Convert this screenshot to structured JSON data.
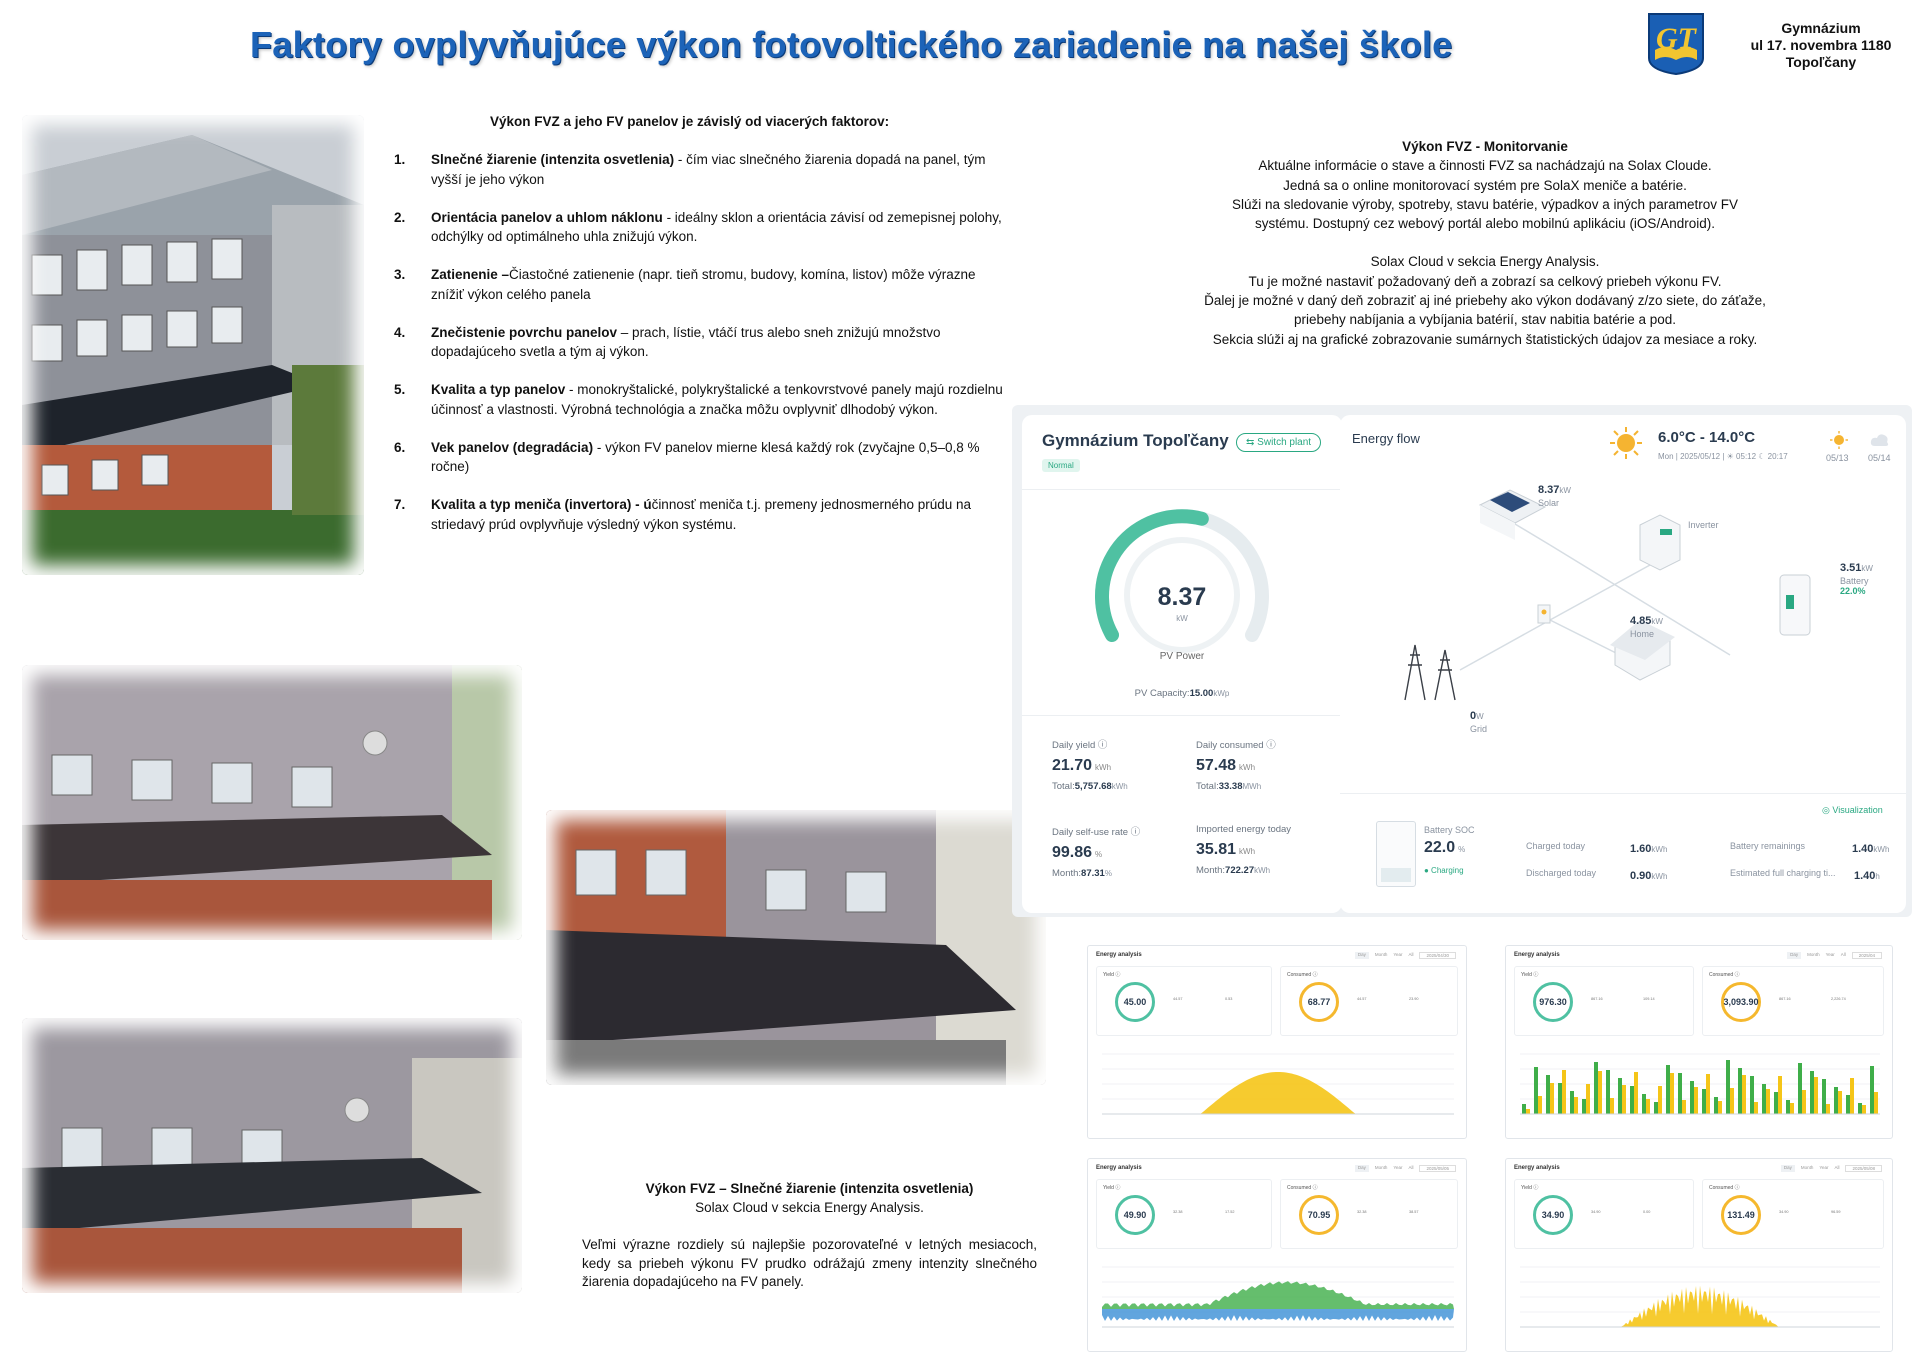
{
  "header": {
    "title": "Faktory ovplyvňujúce výkon  fotovoltického zariadenie na našej škole",
    "school_line1": "Gymnázium",
    "school_line2": "ul 17. novembra 1180",
    "school_line3": "Topoľčany",
    "logo_letters": "GT"
  },
  "factors": {
    "heading": "Výkon FVZ a jeho FV panelov  je závislý od viacerých faktorov:",
    "items": [
      {
        "num": "1.",
        "term": "Slnečné žiarenie (intenzita osvetlenia)",
        "text": " -  čím viac slnečného žiarenia dopadá na panel, tým vyšší je jeho výkon"
      },
      {
        "num": "2.",
        "term": "Orientácia panelov a uhlom náklonu",
        "text": " - ideálny sklon a orientácia závisí od zemepisnej polohy, odchýlky od optimálneho uhla znižujú výkon."
      },
      {
        "num": "3.",
        "term": "Zatienenie –",
        "text": "Čiastočné zatienenie (napr. tieň stromu, budovy, komína, listov) môže výrazne znížiť výkon celého panela"
      },
      {
        "num": "4.",
        "term": "Znečistenie povrchu panelov",
        "text": " – prach, lístie, vtáčí trus alebo sneh znižujú množstvo dopadajúceho svetla a tým aj výkon."
      },
      {
        "num": "5.",
        "term": "Kvalita a typ panelov",
        "text": " - monokryštalické, polykryštalické a tenkovrstvové panely majú rozdielnu účinnosť a vlastnosti. Výrobná technológia a značka môžu ovplyvniť dlhodobý výkon."
      },
      {
        "num": "6.",
        "term": "Vek panelov (degradácia)",
        "text": " - výkon FV panelov mierne klesá každý rok (zvyčajne 0,5–0,8 % ročne)"
      },
      {
        "num": "7.",
        "term": "Kvalita a typ meniča (invertora) - ú",
        "text": "činnosť meniča t.j. premeny jednosmerného prúdu na striedavý prúd ovplyvňuje výsledný výkon systému."
      }
    ]
  },
  "monitoring": {
    "heading": "Výkon FVZ - Monitorvanie",
    "p1_lines": [
      "Aktuálne informácie o stave a činnosti FVZ sa nachádzajú na Solax Cloude.",
      "Jedná sa o online monitorovací systém pre SolaX meniče a batérie.",
      "Slúži na sledovanie výroby, spotreby, stavu batérie, výpadkov a iných parametrov FV",
      "systému. Dostupný cez webový portál alebo mobilnú aplikáciu (iOS/Android)."
    ],
    "p2_lines": [
      "Solax Cloud v sekcia Energy Analysis.",
      "Tu je možné nastaviť požadovaný deň a zobrazí sa celkový priebeh výkonu FV.",
      "Ďalej je možné v daný deň zobraziť  aj iné priebehy ako výkon dodávaný z/zo siete, do záťaže,",
      "priebehy nabíjania a vybíjania batérií, stav nabitia batérie  a pod.",
      "Sekcia slúži aj na grafické zobrazovanie sumárnych štatistických údajov za mesiace a roky."
    ]
  },
  "dashboard": {
    "plant_name": "Gymnázium Topoľčany",
    "status": "Normal",
    "switch_label": "Switch plant",
    "pv_power": "8.37",
    "pv_power_unit": "kW",
    "pv_power_label": "PV Power",
    "gauge_level": 0.56,
    "pv_capacity_label": "PV Capacity:",
    "pv_capacity_value": "15.00",
    "pv_capacity_unit": "kWp",
    "daily_yield_label": "Daily yield ⓘ",
    "daily_yield": "21.70",
    "daily_yield_unit": "kWh",
    "total_yield_label": "Total:",
    "total_yield": "5,757.68",
    "total_yield_unit": "kWh",
    "daily_consumed_label": "Daily consumed ⓘ",
    "daily_consumed": "57.48",
    "daily_consumed_unit": "kWh",
    "total_consumed_label": "Total:",
    "total_consumed": "33.38",
    "total_consumed_unit": "MWh",
    "self_use_label": "Daily self-use rate ⓘ",
    "self_use": "99.86",
    "self_use_unit": "%",
    "month_self_use_label": "Month:",
    "month_self_use": "87.31",
    "month_self_use_unit": "%",
    "imported_label": "Imported energy today",
    "imported": "35.81",
    "imported_unit": "kWh",
    "month_imported_label": "Month:",
    "month_imported": "722.27",
    "month_imported_unit": "kWh",
    "energy_flow_title": "Energy flow",
    "temp": "6.0°C - 14.0°C",
    "date_line": "Mon | 2025/05/12 | ☀ 05:12 ☾ 20:17",
    "forecast_1": "05/13",
    "forecast_2": "05/14",
    "solar_val": "8.37",
    "solar_unit": "kW",
    "solar_label": "Solar",
    "inverter_label": "Inverter",
    "battery_val": "3.51",
    "battery_unit": "kW",
    "battery_label": "Battery",
    "battery_pct": "22.0%",
    "home_val": "4.85",
    "home_unit": "kW",
    "home_label": "Home",
    "grid_val": "0",
    "grid_unit": "W",
    "grid_label": "Grid",
    "visualization_label": "Visualization",
    "soc_label": "Battery SOC",
    "soc_val": "22.0",
    "soc_unit": "%",
    "charging_label": "● Charging",
    "charged_label": "Charged today",
    "charged_val": "1.60",
    "charged_unit": "kWh",
    "discharged_label": "Discharged today",
    "discharged_val": "0.90",
    "discharged_unit": "kWh",
    "remaining_label": "Battery remainings",
    "remaining_val": "1.40",
    "remaining_unit": "kWh",
    "full_label": "Estimated full charging ti...",
    "full_val": "1.40",
    "full_unit": "h"
  },
  "energy_panels": [
    {
      "title": "Energy analysis",
      "yield_label": "Yield ⓘ",
      "yield": "45.00",
      "consumed_label": "Consumed ⓘ",
      "consumed": "68.77",
      "y1": "44.57",
      "y2": "0.53",
      "c1": "44.57",
      "c2": "23.90",
      "chart": "yellow-day",
      "tabs": [
        "Day",
        "Month",
        "Year",
        "All"
      ],
      "date": "2025/04/30"
    },
    {
      "title": "Energy analysis",
      "yield_label": "Yield ⓘ",
      "yield": "976.30",
      "consumed_label": "Consumed ⓘ",
      "consumed": "3,093.90",
      "y1": "867.16",
      "y2": "109.14",
      "c1": "867.16",
      "c2": "2,226.74",
      "chart": "month-bars",
      "tabs": [
        "Day",
        "Month",
        "Year",
        "All"
      ],
      "date": "2025/04"
    },
    {
      "title": "Energy analysis",
      "yield_label": "Yield ⓘ",
      "yield": "49.90",
      "consumed_label": "Consumed ⓘ",
      "consumed": "70.95",
      "y1": "32.38",
      "y2": "17.52",
      "c1": "32.38",
      "c2": "38.57",
      "chart": "multi-day",
      "tabs": [
        "Day",
        "Month",
        "Year",
        "All"
      ],
      "date": "2025/05/05"
    },
    {
      "title": "Energy analysis",
      "yield_label": "Yield ⓘ",
      "yield": "34.90",
      "consumed_label": "Consumed ⓘ",
      "consumed": "131.49",
      "y1": "34.90",
      "y2": "0.00",
      "c1": "34.90",
      "c2": "96.59",
      "chart": "spiky-day",
      "tabs": [
        "Day",
        "Month",
        "Year",
        "All"
      ],
      "date": "2025/05/08"
    }
  ],
  "sun_section": {
    "heading": "Výkon FVZ – Slnečné žiarenie (intenzita osvetlenia)",
    "subheading": "Solax Cloud v sekcia Energy Analysis.",
    "body": "Veľmi výrazne rozdiely sú najlepšie pozorovateľné v letných mesiacoch, kedy sa priebeh výkonu FV prudko odrážajú  zmeny intenzity slnečného žiarenia dopadajúceho na FV panely."
  },
  "colors": {
    "title_blue": "#1c63b8",
    "accent_teal": "#2aa882",
    "yield_yellow": "#f5c518",
    "bar_green": "#3fae49"
  }
}
